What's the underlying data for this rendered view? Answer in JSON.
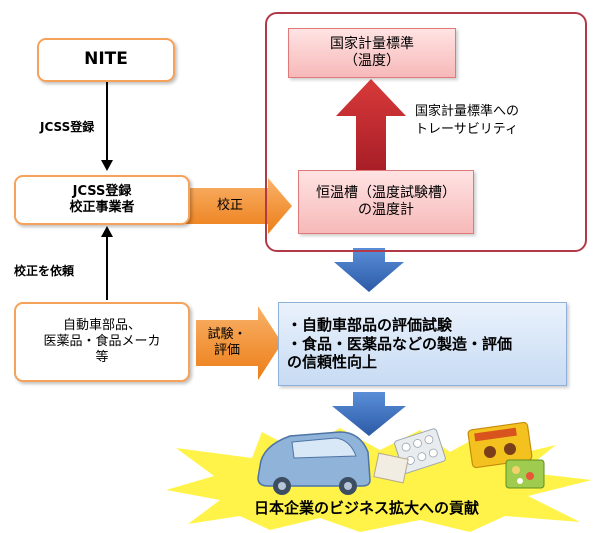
{
  "nite": "NITE",
  "jcss_register_label": "JCSS登録",
  "jcss_operator": [
    "JCSS登録",
    "校正事業者"
  ],
  "request_label": "校正を依頼",
  "manufacturers": [
    "自動車部品、",
    "医薬品・食品メーカ",
    "等"
  ],
  "calibration_label": "校正",
  "test_eval_label": [
    "試験・",
    "評価"
  ],
  "national_standard": [
    "国家計量標準",
    "（温度）"
  ],
  "traceability": [
    "国家計量標準への",
    "トレーサビリティ"
  ],
  "chamber": [
    "恒温槽（温度試験槽）",
    "の温度計"
  ],
  "outcomes": [
    "・自動車部品の評価試験",
    "・食品・医薬品などの製造・評価",
    "の信頼性向上"
  ],
  "contribution": "日本企業のビジネス拡大への貢献",
  "colors": {
    "orange_border": "#f5a25a",
    "orange_arrow": "#f08a24",
    "red_frame": "#b23a48",
    "red_arrow": "#c0262f",
    "blue_arrow": "#3b6fbf",
    "burst": "#fff34a"
  }
}
